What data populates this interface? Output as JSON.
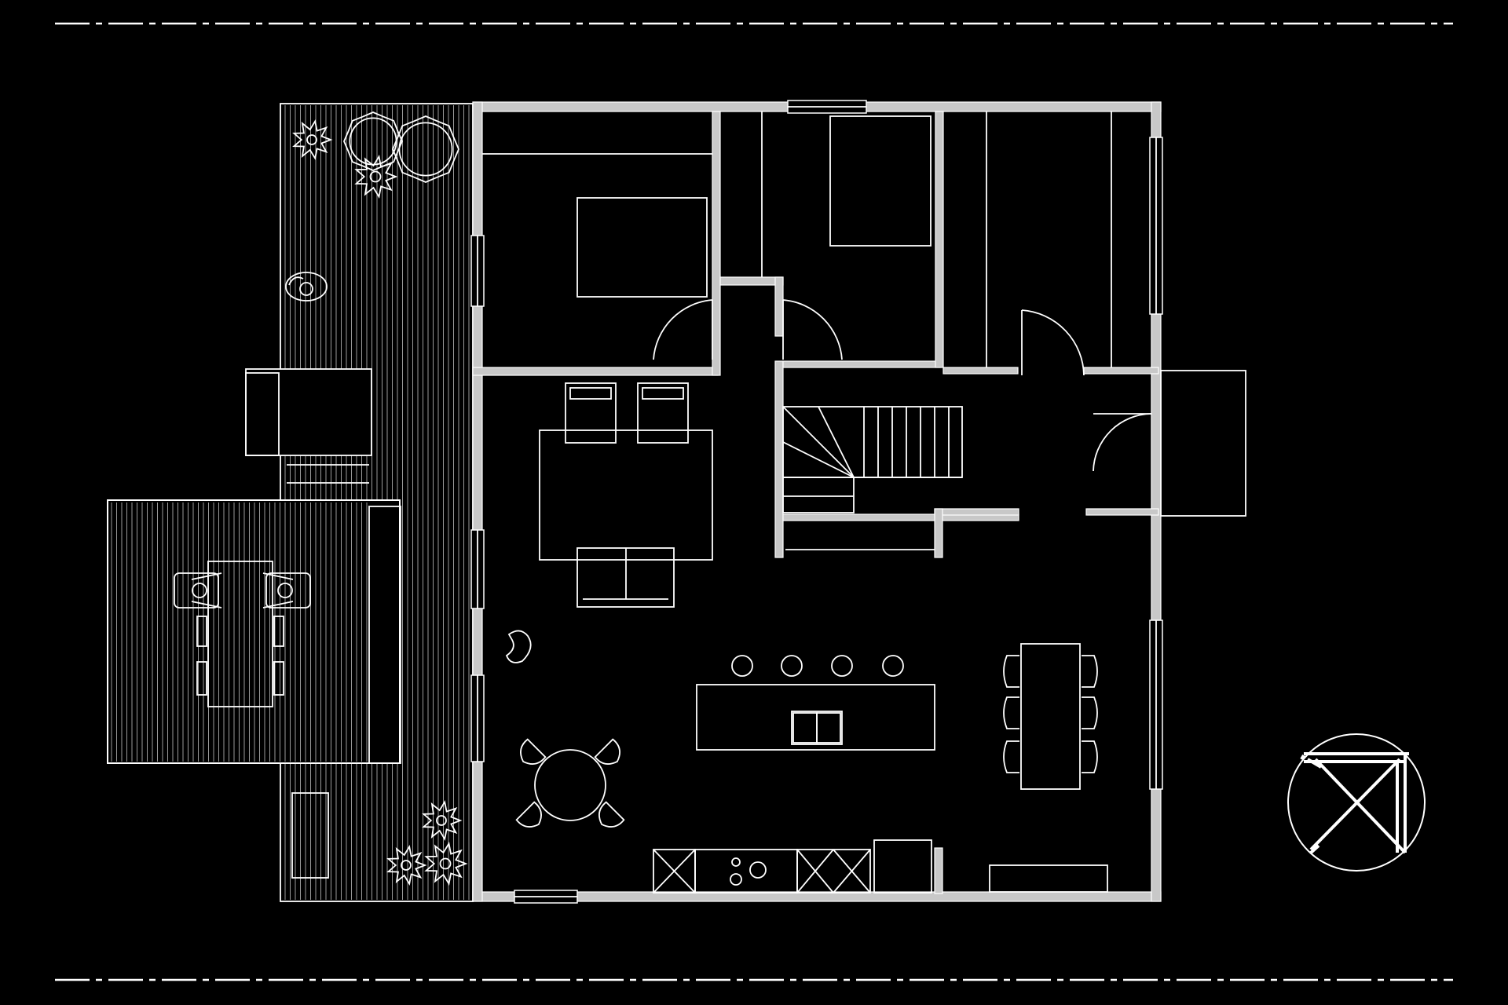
{
  "drawing": {
    "type": "architectural floor plan",
    "background": "#000000",
    "line_color": "#ffffff",
    "wall_fill": "#c8c8c8",
    "deck_line_color": "#9a9a9a"
  },
  "rooms": [
    "bedroom",
    "bedroom",
    "bedroom",
    "living-room",
    "kitchen",
    "dining",
    "stair-hall",
    "entry"
  ],
  "exterior": [
    "side-deck",
    "dining-deck",
    "entry-landing"
  ],
  "symbols": {
    "north_arrow": "north-arrow-icon",
    "plant": "plant-icon",
    "person": "person-icon",
    "chair": "chair-icon"
  }
}
